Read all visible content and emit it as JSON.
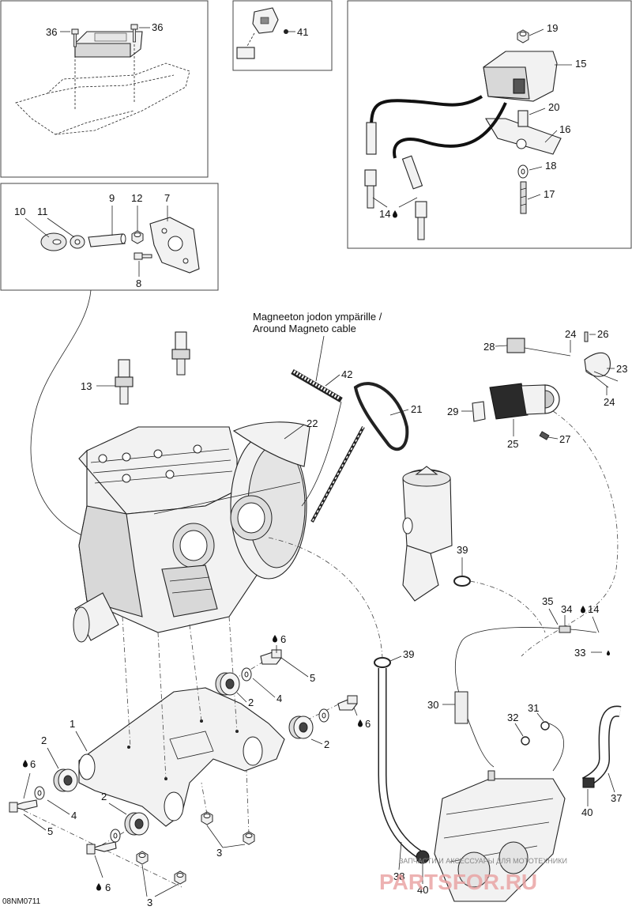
{
  "diagram": {
    "document_code": "08NM0711",
    "note": {
      "line1": "Magneeton jodon ympärille /",
      "line2": "Around Magneto cable"
    },
    "watermark": {
      "tagline": "ЗАПЧАСТИ И АКСЕССУАРЫ ДЛЯ МОТОТЕХНИКИ",
      "brand": "PARTSFOR.RU"
    },
    "callouts": {
      "c1": "1",
      "c2a": "2",
      "c2b": "2",
      "c2c": "2",
      "c2d": "2",
      "c3a": "3",
      "c3b": "3",
      "c4a": "4",
      "c4b": "4",
      "c5a": "5",
      "c5b": "5",
      "c6a": "6",
      "c6b": "6",
      "c6c": "6",
      "c6d": "6",
      "c7": "7",
      "c8": "8",
      "c9": "9",
      "c10": "10",
      "c11": "11",
      "c12": "12",
      "c13": "13",
      "c14a": "14",
      "c14b": "14",
      "c15": "15",
      "c16": "16",
      "c17": "17",
      "c18": "18",
      "c19": "19",
      "c20": "20",
      "c21": "21",
      "c22": "22",
      "c23": "23",
      "c24a": "24",
      "c24b": "24",
      "c25": "25",
      "c26": "26",
      "c27": "27",
      "c28": "28",
      "c29": "29",
      "c30": "30",
      "c31": "31",
      "c32": "32",
      "c33": "33",
      "c34": "34",
      "c35": "35",
      "c36a": "36",
      "c36b": "36",
      "c37": "37",
      "c38": "38",
      "c39a": "39",
      "c39b": "39",
      "c40a": "40",
      "c40b": "40",
      "c41": "41",
      "c42": "42"
    }
  }
}
